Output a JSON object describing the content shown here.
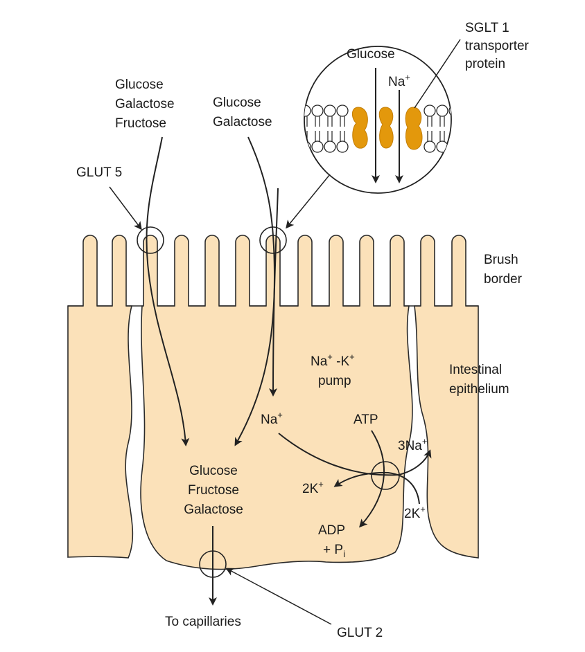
{
  "colors": {
    "cell_fill": "#fbe1b9",
    "cell_stroke": "#2a2a2a",
    "transporter": "#e3980c",
    "arrow": "#222222",
    "background": "#ffffff"
  },
  "labels": {
    "sglt_title": "SGLT 1",
    "sglt_line2": "transporter",
    "sglt_line3": "protein",
    "glucose_top": "Glucose",
    "na": "Na",
    "na_sup": "+",
    "left_sugars": [
      "Glucose",
      "Galactose",
      "Fructose"
    ],
    "mid_sugars": [
      "Glucose",
      "Galactose"
    ],
    "glut5": "GLUT 5",
    "brush_border": [
      "Brush",
      "border"
    ],
    "pump_line1_a": "Na",
    "pump_line1_sup1": "+",
    "pump_line1_b": " -K",
    "pump_line1_sup2": "+",
    "pump_line2": "pump",
    "intestinal_epithelium": [
      "Intestinal",
      "epithelium"
    ],
    "na_inside": "Na",
    "na_inside_sup": "+",
    "atp": "ATP",
    "three_na": "3Na",
    "three_na_sup": "+",
    "two_k_left": "2K",
    "two_k_left_sup": "+",
    "two_k_right": "2K",
    "two_k_right_sup": "+",
    "adp_line1": "ADP",
    "adp_line2_a": "+ P",
    "adp_line2_sub": "i",
    "cell_sugars": [
      "Glucose",
      "Fructose",
      "Galactose"
    ],
    "to_capillaries": "To capillaries",
    "glut2": "GLUT 2"
  },
  "icons": {
    "transporter_channel": "sglt1-protein-icon",
    "phospholipid": "phospholipid-bilayer-icon"
  }
}
